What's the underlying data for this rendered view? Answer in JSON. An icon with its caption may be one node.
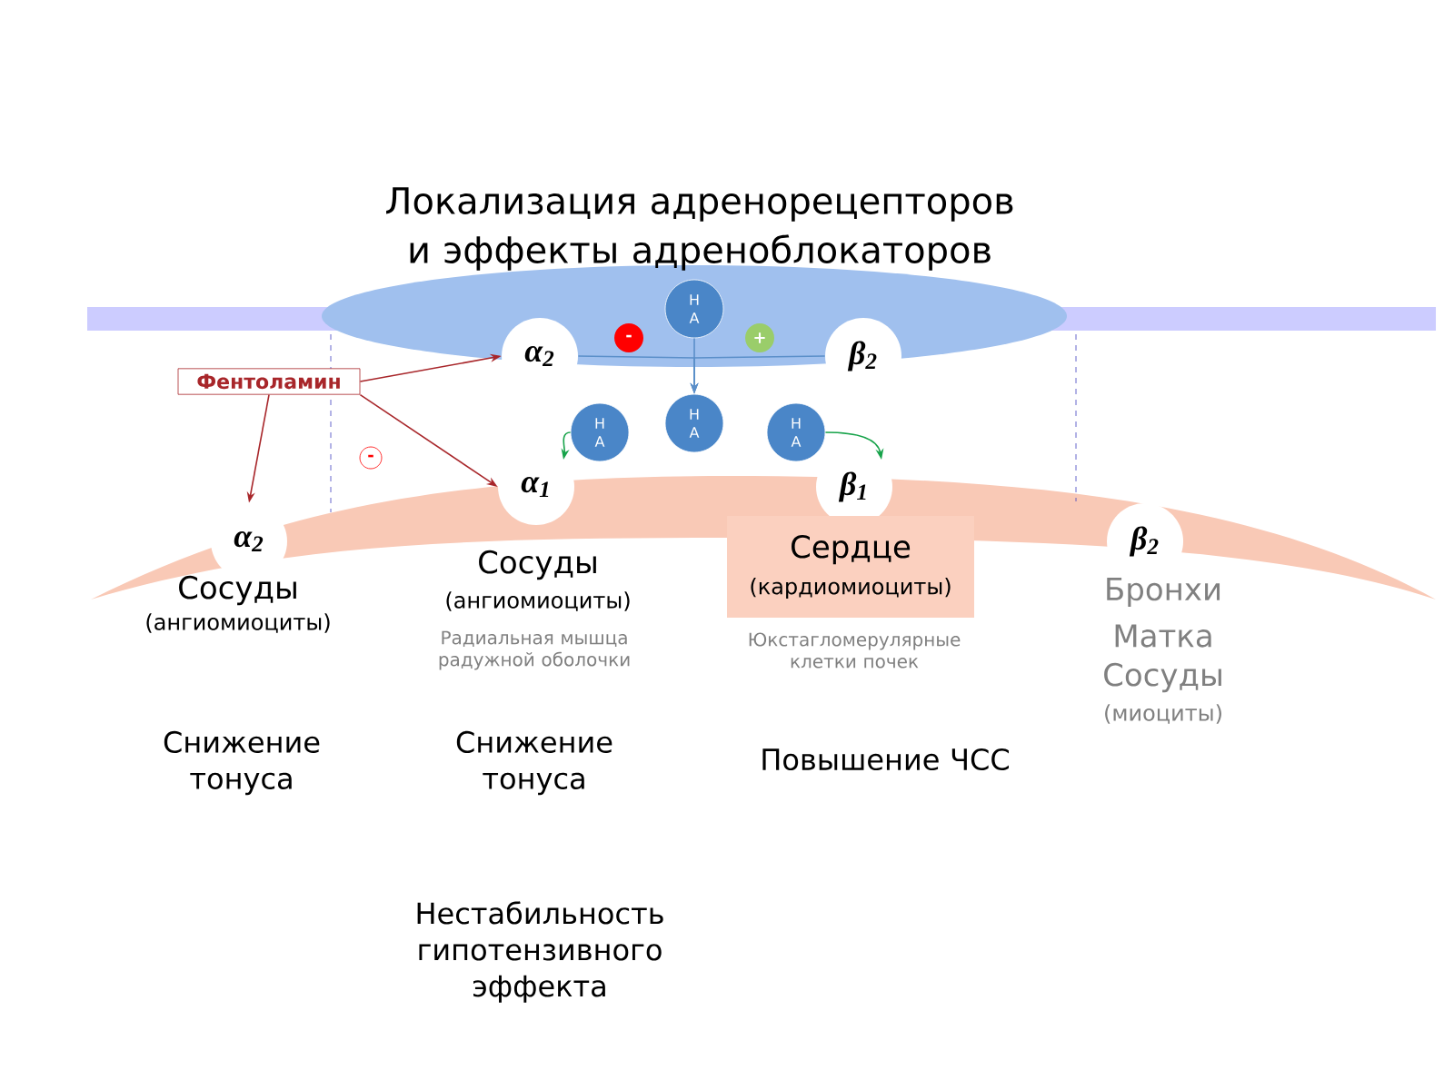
{
  "diagram": {
    "title": "Локализация адренорецепторов и эффекты адреноблокаторов",
    "nodes": [
      {
        "text": [
          "Фентоламин"
        ]
      },
      {
        "text": [
          "α$_{2}$"
        ]
      },
      {
        "text": [
          "β$_{2}$"
        ]
      },
      {
        "text": [
          "α$_{1}$"
        ]
      },
      {
        "text": [
          "β$_{1}$"
        ]
      },
      {
        "text": [
          "α$_{2}$"
        ]
      },
      {
        "text": [
          "β$_{2}$"
        ]
      },
      {
        "text": [
          "Н А"
        ]
      },
      {
        "text": [
          "Н А"
        ]
      },
      {
        "text": [
          "Н А"
        ]
      },
      {
        "text": [
          "Н А"
        ]
      },
      {
        "text": [
          "-"
        ]
      },
      {
        "text": [
          "+"
        ]
      },
      {
        "text": [
          "-"
        ]
      },
      {
        "text": [
          "Сердце",
          "(кардиомиоциты)"
        ]
      }
    ],
    "edges": [
      {
        "from": 0,
        "to": 1,
        "arrow": "to",
        "color": "#a8262a"
      },
      {
        "from": 0,
        "to": 3,
        "arrow": "to",
        "color": "#a8262a"
      },
      {
        "from": 0,
        "to": 5,
        "arrow": "to",
        "color": "#a8262a"
      },
      {
        "from": 8,
        "to": 3,
        "arrow": "to",
        "color": "#17a34a"
      },
      {
        "from": 10,
        "to": 4,
        "arrow": "to",
        "color": "#17a34a"
      },
      {
        "from": 7,
        "to": 9,
        "arrow": "to",
        "color": "#5b8fc9"
      },
      {
        "from": 1,
        "to": 9,
        "arrow": "to",
        "color": "#5b8fc9"
      },
      {
        "from": 2,
        "to": 9,
        "arrow": "to",
        "color": "#5b8fc9"
      }
    ],
    "labels": [
      "Сосуды",
      "(ангиомиоциты)",
      "Сосуды",
      "(ангиомиоциты)",
      "Радиальная мышца радужной оболочки",
      "Юкстагломерулярные клетки почек",
      "Бронхи",
      "Матка",
      "Сосуды",
      "(миоциты)",
      "Снижение тонуса",
      "Снижение тонуса",
      "Повышение ЧСС",
      "Нестабильность гипотензивного эффекта"
    ]
  }
}
